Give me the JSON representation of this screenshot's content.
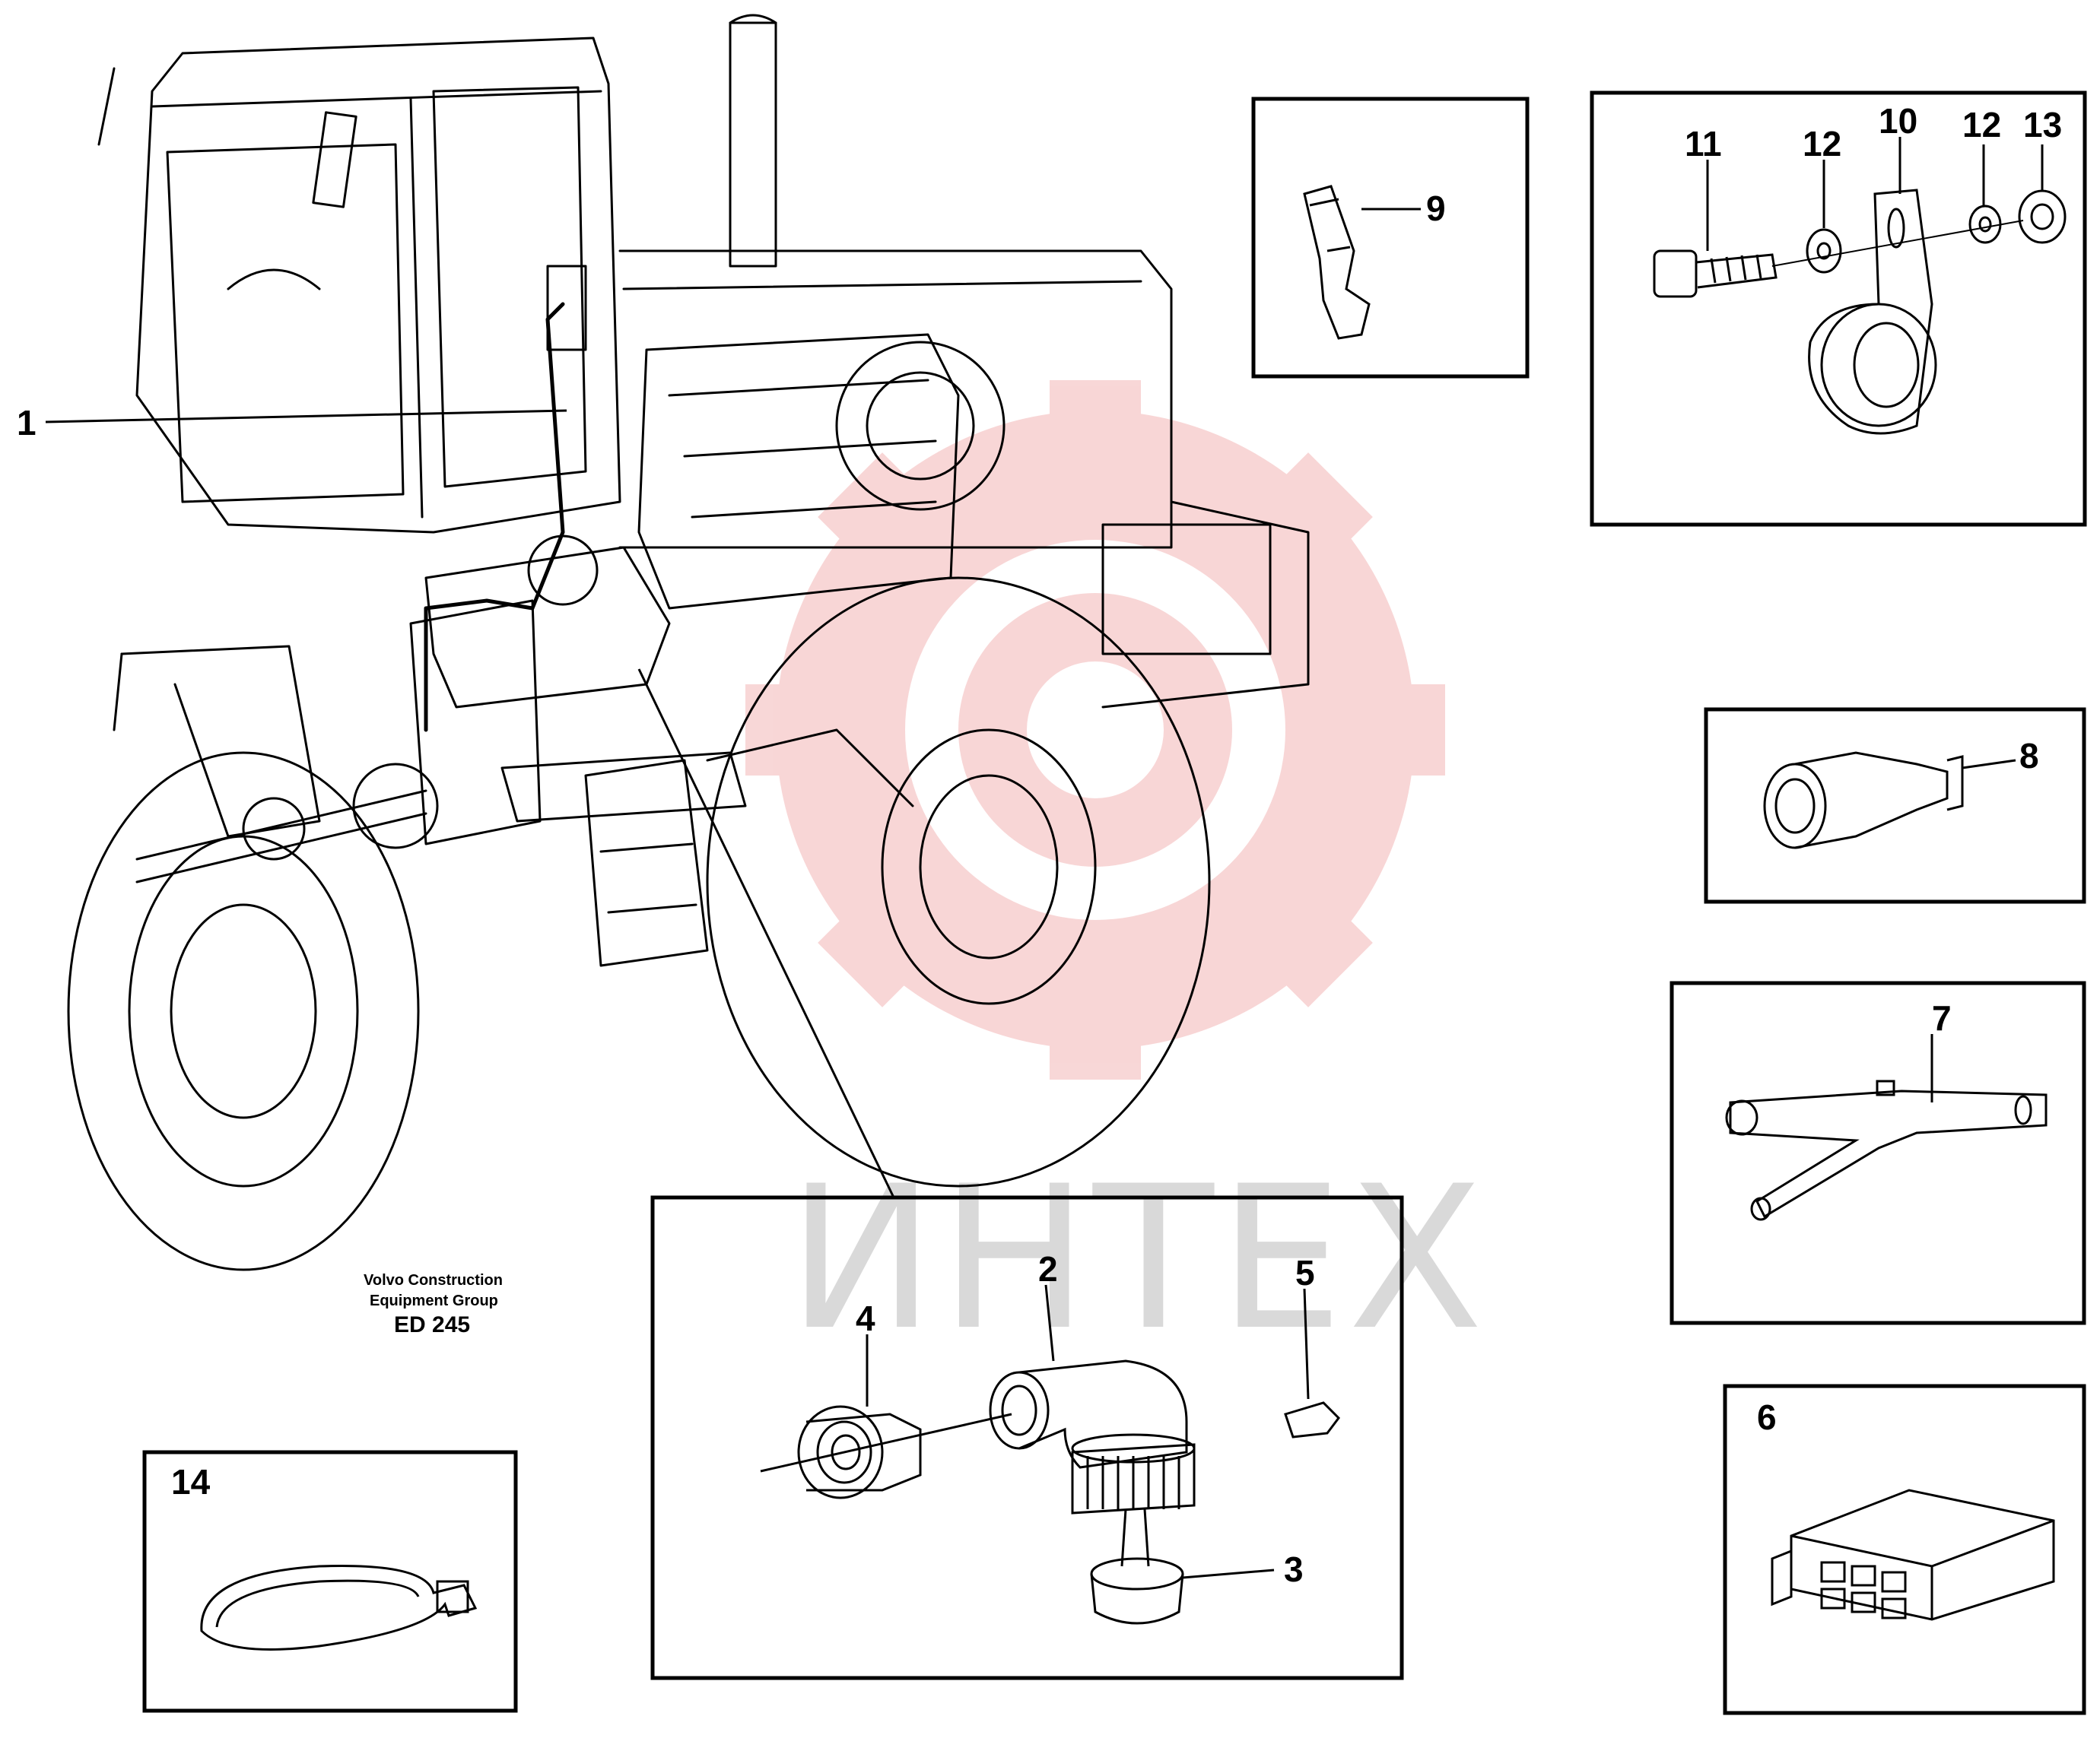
{
  "callouts": {
    "c1": "1",
    "c2": "2",
    "c3": "3",
    "c4": "4",
    "c5": "5",
    "c6": "6",
    "c7": "7",
    "c8": "8",
    "c9": "9",
    "c10": "10",
    "c11": "11",
    "c12a": "12",
    "c12b": "12",
    "c13": "13",
    "c14": "14"
  },
  "credit": {
    "line1": "Volvo Construction",
    "line2": "Equipment Group",
    "code": "ED 245"
  },
  "watermark": {
    "text": "ИНТЕХ",
    "gear_color": "#f3b6b6",
    "text_color": "#d9d9d9"
  }
}
